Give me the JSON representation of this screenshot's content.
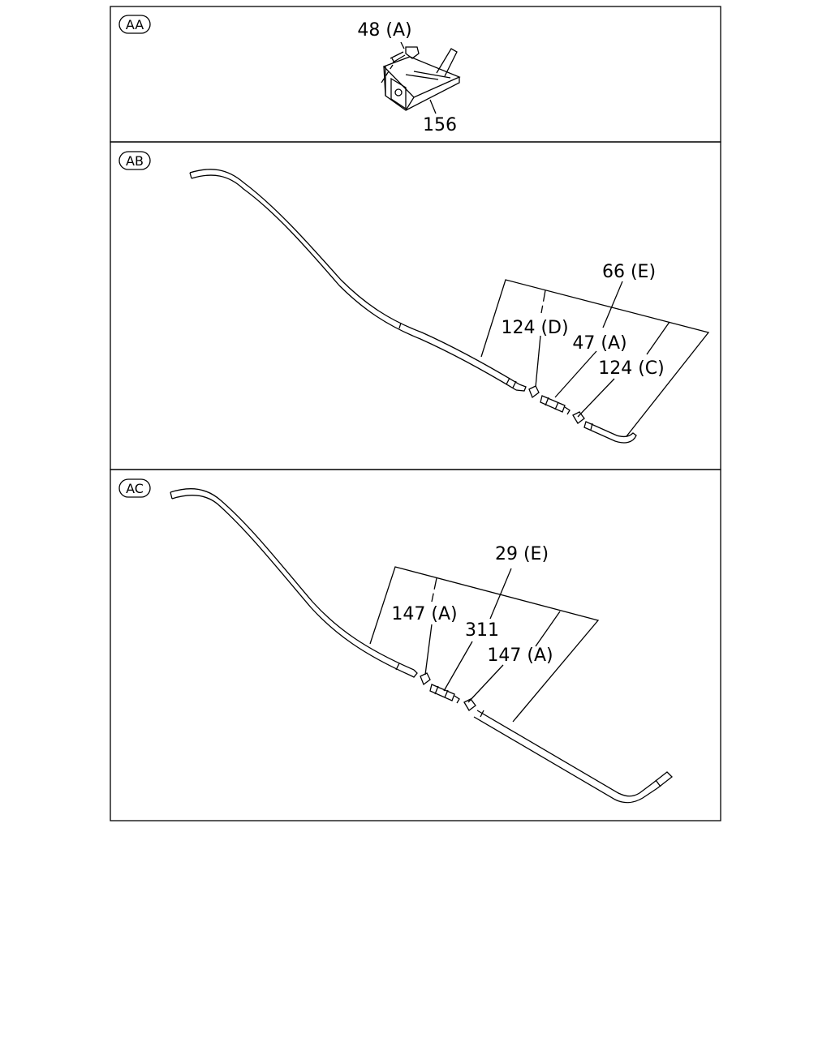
{
  "panels": [
    {
      "tag": "AA",
      "callouts": [
        "48 (A)",
        "156"
      ]
    },
    {
      "tag": "AB",
      "callouts": [
        "66 (E)",
        "124 (D)",
        "47 (A)",
        "124 (C)"
      ]
    },
    {
      "tag": "AC",
      "callouts": [
        "29 (E)",
        "147 (A)",
        "311",
        "147 (A)"
      ]
    }
  ]
}
